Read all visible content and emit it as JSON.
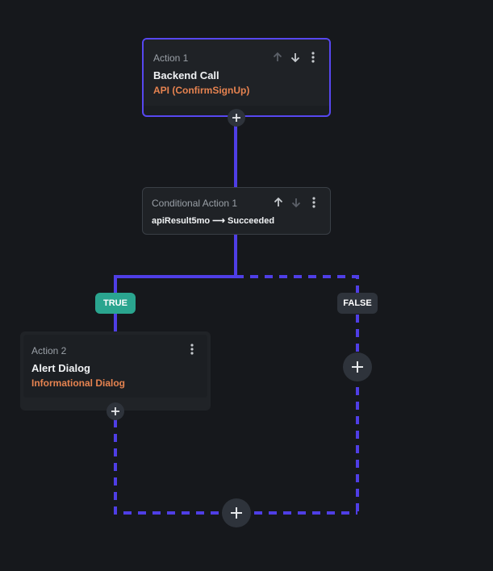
{
  "colors": {
    "background": "#16181c",
    "connector": "#4f3ee6",
    "true_badge": "#2aa58f",
    "false_badge": "#2e333b",
    "accent_text": "#e68350"
  },
  "nodes": {
    "action1": {
      "label": "Action 1",
      "title": "Backend Call",
      "detail": "API (ConfirmSignUp)",
      "icons": [
        "arrow-up-icon",
        "arrow-down-icon",
        "more-vert-icon"
      ]
    },
    "conditional": {
      "label": "Conditional Action 1",
      "condition": "apiResult5mo ⟶ Succeeded",
      "icons": [
        "arrow-up-icon",
        "arrow-down-icon",
        "more-vert-icon"
      ]
    },
    "action2": {
      "label": "Action 2",
      "title": "Alert Dialog",
      "detail": "Informational Dialog",
      "icons": [
        "more-vert-icon"
      ]
    }
  },
  "branches": {
    "true_label": "TRUE",
    "false_label": "FALSE"
  }
}
